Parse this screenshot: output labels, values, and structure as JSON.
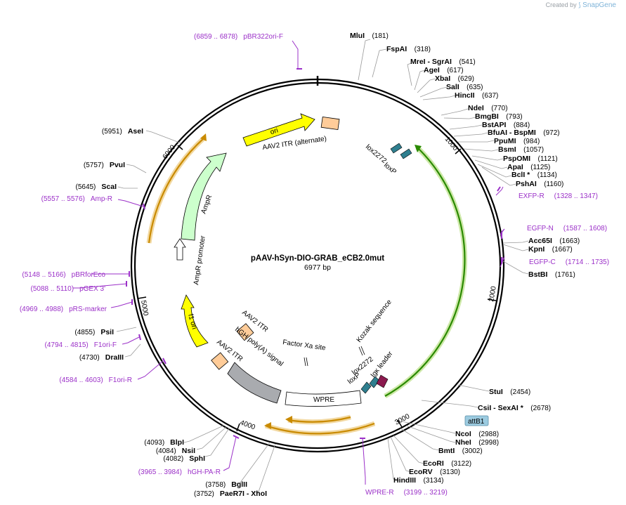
{
  "app": {
    "credit": "Created by",
    "brand": "SnapGene"
  },
  "plasmid": {
    "name": "pAAV-hSyn-DIO-GRAB_eCB2.0mut",
    "length_label": "6977 bp"
  },
  "ticks": [
    "1000",
    "2000",
    "3000",
    "4000",
    "5000",
    "6000"
  ],
  "sites_right": [
    {
      "name": "MluI",
      "pos": "(181)"
    },
    {
      "name": "FspAI",
      "pos": "(318)"
    },
    {
      "name": "MreI  - SgrAI",
      "pos": "(541)"
    },
    {
      "name": "AgeI",
      "pos": "(617)"
    },
    {
      "name": "XbaI",
      "pos": "(629)"
    },
    {
      "name": "SalI",
      "pos": "(635)"
    },
    {
      "name": "HincII",
      "pos": "(637)"
    },
    {
      "name": "NdeI",
      "pos": "(770)"
    },
    {
      "name": "BmgBI",
      "pos": "(793)"
    },
    {
      "name": "BstAPI",
      "pos": "(884)"
    },
    {
      "name": "BfuAI  - BspMI",
      "pos": "(972)"
    },
    {
      "name": "PpuMI",
      "pos": "(984)"
    },
    {
      "name": "BsmI",
      "pos": "(1057)"
    },
    {
      "name": "PspOMI",
      "pos": "(1121)"
    },
    {
      "name": "ApaI",
      "pos": "(1125)"
    },
    {
      "name": "BclI *",
      "pos": "(1134)"
    },
    {
      "name": "PshAI",
      "pos": "(1160)"
    },
    {
      "name": "Acc65I",
      "pos": "(1663)"
    },
    {
      "name": "KpnI",
      "pos": "(1667)"
    },
    {
      "name": "BstBI",
      "pos": "(1761)"
    },
    {
      "name": "StuI",
      "pos": "(2454)"
    },
    {
      "name": "CsiI  - SexAI *",
      "pos": "(2678)"
    },
    {
      "name": "NcoI",
      "pos": "(2988)"
    },
    {
      "name": "NheI",
      "pos": "(2998)"
    },
    {
      "name": "BmtI",
      "pos": "(3002)"
    },
    {
      "name": "EcoRI",
      "pos": "(3122)"
    },
    {
      "name": "EcoRV",
      "pos": "(3130)"
    },
    {
      "name": "HindIII",
      "pos": "(3134)"
    }
  ],
  "sites_left": [
    {
      "name": "AseI",
      "pos": "(5951)"
    },
    {
      "name": "PvuI",
      "pos": "(5757)"
    },
    {
      "name": "ScaI",
      "pos": "(5645)"
    },
    {
      "name": "PsiI",
      "pos": "(4855)"
    },
    {
      "name": "DraIII",
      "pos": "(4730)"
    },
    {
      "name": "BlpI",
      "pos": "(4093)"
    },
    {
      "name": "NsiI",
      "pos": "(4084)"
    },
    {
      "name": "SphI",
      "pos": "(4082)"
    },
    {
      "name": "BglII",
      "pos": "(3758)"
    },
    {
      "name": "PaeR7I  - XhoI",
      "pos": "(3752)"
    }
  ],
  "primers": [
    {
      "range": "(6859 .. 6878)",
      "name": "pBR322ori-F"
    },
    {
      "range": "(1328 .. 1347)",
      "name": "EXFP-R"
    },
    {
      "range": "(1587 .. 1608)",
      "name": "EGFP-N"
    },
    {
      "range": "(1714 .. 1735)",
      "name": "EGFP-C"
    },
    {
      "range": "(5557 .. 5576)",
      "name": "Amp-R"
    },
    {
      "range": "(5148 .. 5166)",
      "name": "pBRforEco"
    },
    {
      "range": "(5088 .. 5110)",
      "name": "pGEX 3'"
    },
    {
      "range": "(4969 .. 4988)",
      "name": "pRS-marker"
    },
    {
      "range": "(4794 .. 4815)",
      "name": "F1ori-F"
    },
    {
      "range": "(4584 .. 4603)",
      "name": "F1ori-R"
    },
    {
      "range": "(3965 .. 3984)",
      "name": "hGH-PA-R"
    },
    {
      "range": "(3199 .. 3219)",
      "name": "WPRE-R"
    }
  ],
  "features": {
    "ori": "ori",
    "aav2_itr_alt": "AAV2 ITR (alternate)",
    "ampr": "AmpR",
    "ampr_promoter": "AmpR promoter",
    "f1_ori": "f1 ori",
    "aav2_itr_1": "AAV2 ITR",
    "aav2_itr_2": "AAV2 ITR",
    "hgh_polya": "hGH poly(A) signal",
    "factor_xa": "Factor Xa site",
    "kozak": "Kozak sequence",
    "lox2272_top": "lox2272",
    "loxp_top": "loxP",
    "lox2272_bottom": "lox2272",
    "loxp_bottom": "loxP",
    "igk": "Igκ leader",
    "wpre": "WPRE",
    "attb1": "attB1"
  },
  "colors": {
    "primer": "#9b30c8",
    "ori": "#ffff00",
    "ampr": "#ccffcc",
    "itr": "#ffcc99",
    "polya": "#a9abaf",
    "lox": "#2f7f8f",
    "igk": "#8b1a4f",
    "sensor_arc": "#2a8a00",
    "orange_arc": "#c98a00",
    "attb1": "#9ccbe0"
  }
}
